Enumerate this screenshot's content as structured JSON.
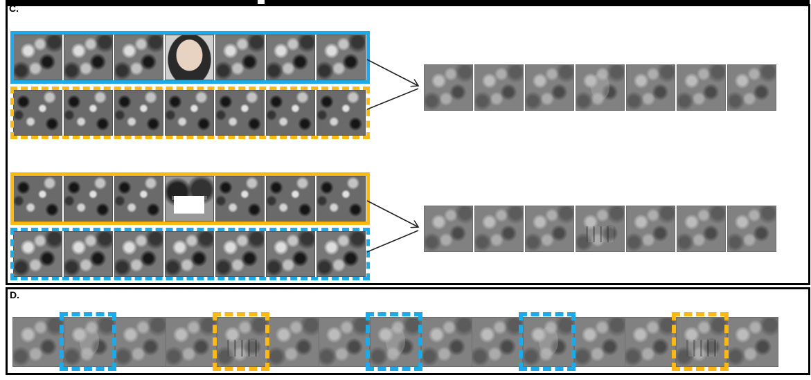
{
  "panels": {
    "c_label": "C.",
    "d_label": "D."
  },
  "colors": {
    "blue": "#1ea9e8",
    "yellow": "#fdb913",
    "border": "#000000"
  },
  "panel_c": {
    "rows": [
      {
        "frame": "solid-blue",
        "content": "face-noise",
        "signal_index": 3,
        "signal": "face"
      },
      {
        "frame": "dashed-yellow",
        "content": "house-noise",
        "signal_index": null,
        "signal": null
      },
      {
        "frame": "solid-yellow",
        "content": "house-noise",
        "signal_index": 3,
        "signal": "house"
      },
      {
        "frame": "dashed-blue",
        "content": "face-noise",
        "signal_index": null,
        "signal": null
      }
    ],
    "outputs": [
      {
        "signal": "face",
        "signal_index": 3
      },
      {
        "signal": "house",
        "signal_index": 3
      }
    ]
  },
  "panel_d": {
    "groups": [
      {
        "highlight": "blue",
        "signal": "face"
      },
      {
        "highlight": "yellow",
        "signal": "house"
      },
      {
        "highlight": "blue",
        "signal": "face"
      },
      {
        "highlight": "blue",
        "signal": "face"
      },
      {
        "highlight": "yellow",
        "signal": "house"
      }
    ]
  }
}
